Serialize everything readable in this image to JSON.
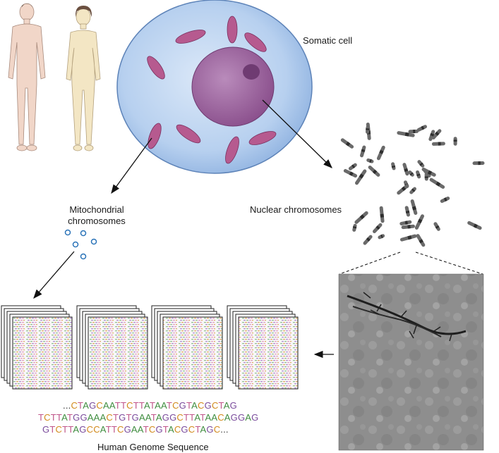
{
  "labels": {
    "somatic_cell": "Somatic cell",
    "mito_line1": "Mitochondrial",
    "mito_line2": "chromosomes",
    "nuclear": "Nuclear chromosomes",
    "genome_caption": "Human Genome Sequence"
  },
  "sequence": {
    "line1": "...CTAGCAATTCTTATAATCGTACGCTAG",
    "line2": "TCTTATGGAAACTGTGAATAGGCTTATAACAGGAG",
    "line3": "GTCTTAGCCATTCGAATCGTACGCTAGC..."
  },
  "colors": {
    "A": "#3f8d3f",
    "C": "#d28a1c",
    "G": "#7a4b9c",
    "T": "#c0568a",
    "cell_fill": "#a9c8ec",
    "nucleus": "#9a5d9b",
    "mitochondria": "#b65a8f",
    "skin_male": "#f1d6c8",
    "skin_female": "#f3e6c4"
  }
}
